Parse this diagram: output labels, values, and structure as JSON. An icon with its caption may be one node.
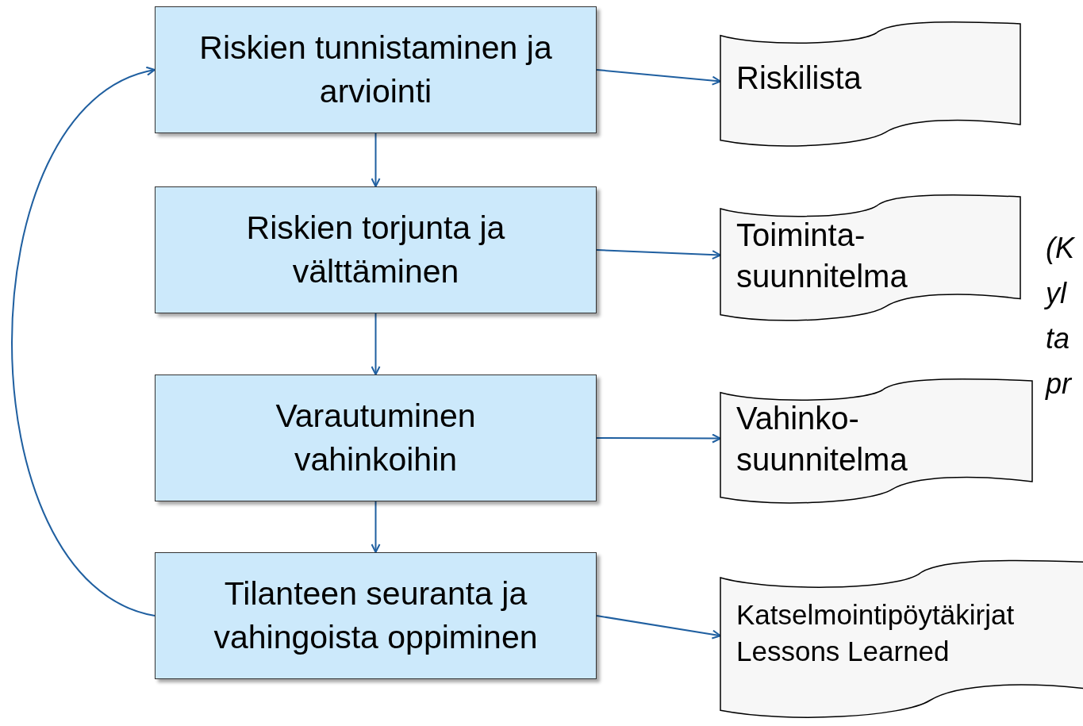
{
  "diagram": {
    "nodes": [
      {
        "text": [
          "Riskien tunnistaminen ja arviointi"
        ]
      },
      {
        "text": [
          "Riskien torjunta ja välttäminen"
        ]
      },
      {
        "text": [
          "Varautuminen vahinkoihin"
        ]
      },
      {
        "text": [
          "Tilanteen seuranta ja vahingoista oppiminen"
        ]
      },
      {
        "text": [
          "Riskilista"
        ]
      },
      {
        "text": [
          "Toiminta- suunnitelma"
        ]
      },
      {
        "text": [
          "Vahinko- suunnitelma"
        ]
      },
      {
        "text": [
          "Katselmointipöytäkirjat Lessons Learned"
        ]
      }
    ],
    "edges": [
      {
        "from": 0,
        "to": 1,
        "arrow": "to"
      },
      {
        "from": 1,
        "to": 2,
        "arrow": "to"
      },
      {
        "from": 2,
        "to": 3,
        "arrow": "to"
      },
      {
        "from": 0,
        "to": 4,
        "arrow": "to"
      },
      {
        "from": 1,
        "to": 5,
        "arrow": "to"
      },
      {
        "from": 2,
        "to": 6,
        "arrow": "to"
      },
      {
        "from": 3,
        "to": 7,
        "arrow": "to"
      },
      {
        "from": 3,
        "to": 0,
        "arrow": "to"
      }
    ],
    "labels": [
      "(K",
      "yl",
      "ta",
      "pr"
    ]
  }
}
